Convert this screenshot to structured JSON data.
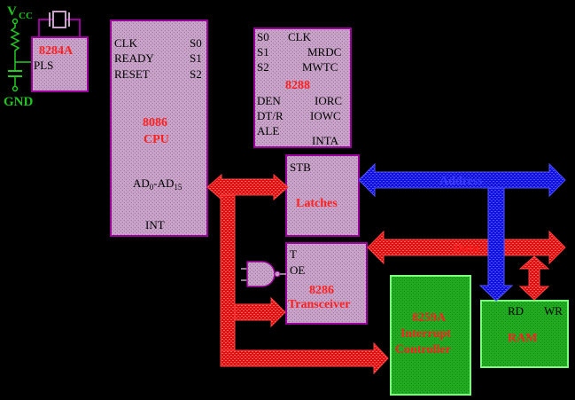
{
  "power": {
    "vcc": "V",
    "vcc_sub": "CC",
    "gnd": "GND"
  },
  "clock_chip": {
    "name": "8284A",
    "pin": "PLS"
  },
  "cpu": {
    "name_line1": "8086",
    "name_line2": "CPU",
    "pins_left": [
      "CLK",
      "READY",
      "RESET"
    ],
    "pins_right": [
      "S0",
      "S1",
      "S2"
    ],
    "ad_pin": "AD",
    "ad_sub_start": "0",
    "ad_mid": "-AD",
    "ad_sub_end": "15",
    "int_pin": "INT"
  },
  "bus_controller": {
    "name": "8288",
    "pins_left": [
      "S0",
      "S1",
      "S2",
      "DEN",
      "DT/R",
      "ALE"
    ],
    "pins_right": [
      "CLK",
      "MRDC",
      "MWTC",
      "IORC",
      "IOWC",
      "INTA"
    ]
  },
  "latches": {
    "name": "Latches",
    "pin": "STB"
  },
  "transceiver": {
    "name_line1": "8286",
    "name_line2": "Transceiver",
    "pin_t": "T",
    "pin_oe": "OE"
  },
  "interrupt_controller": {
    "line1": "8259A",
    "line2": "Interrupt",
    "line3": "Controller"
  },
  "ram": {
    "name": "RAM",
    "pin_rd": "RD",
    "pin_wr": "WR"
  },
  "buses": {
    "address": "Address",
    "data": "Data"
  },
  "colors": {
    "chip_fill": "#c8a2c8",
    "chip_border": "#9a009a",
    "chip_text": "#ff0000",
    "pin_text": "#000000",
    "green_fill": "#22aa22",
    "green_border": "#7fff7f",
    "red_bus": "#e01010",
    "blue_bus": "#1010e0",
    "wire_green": "#22cc22",
    "background": "#000000"
  }
}
